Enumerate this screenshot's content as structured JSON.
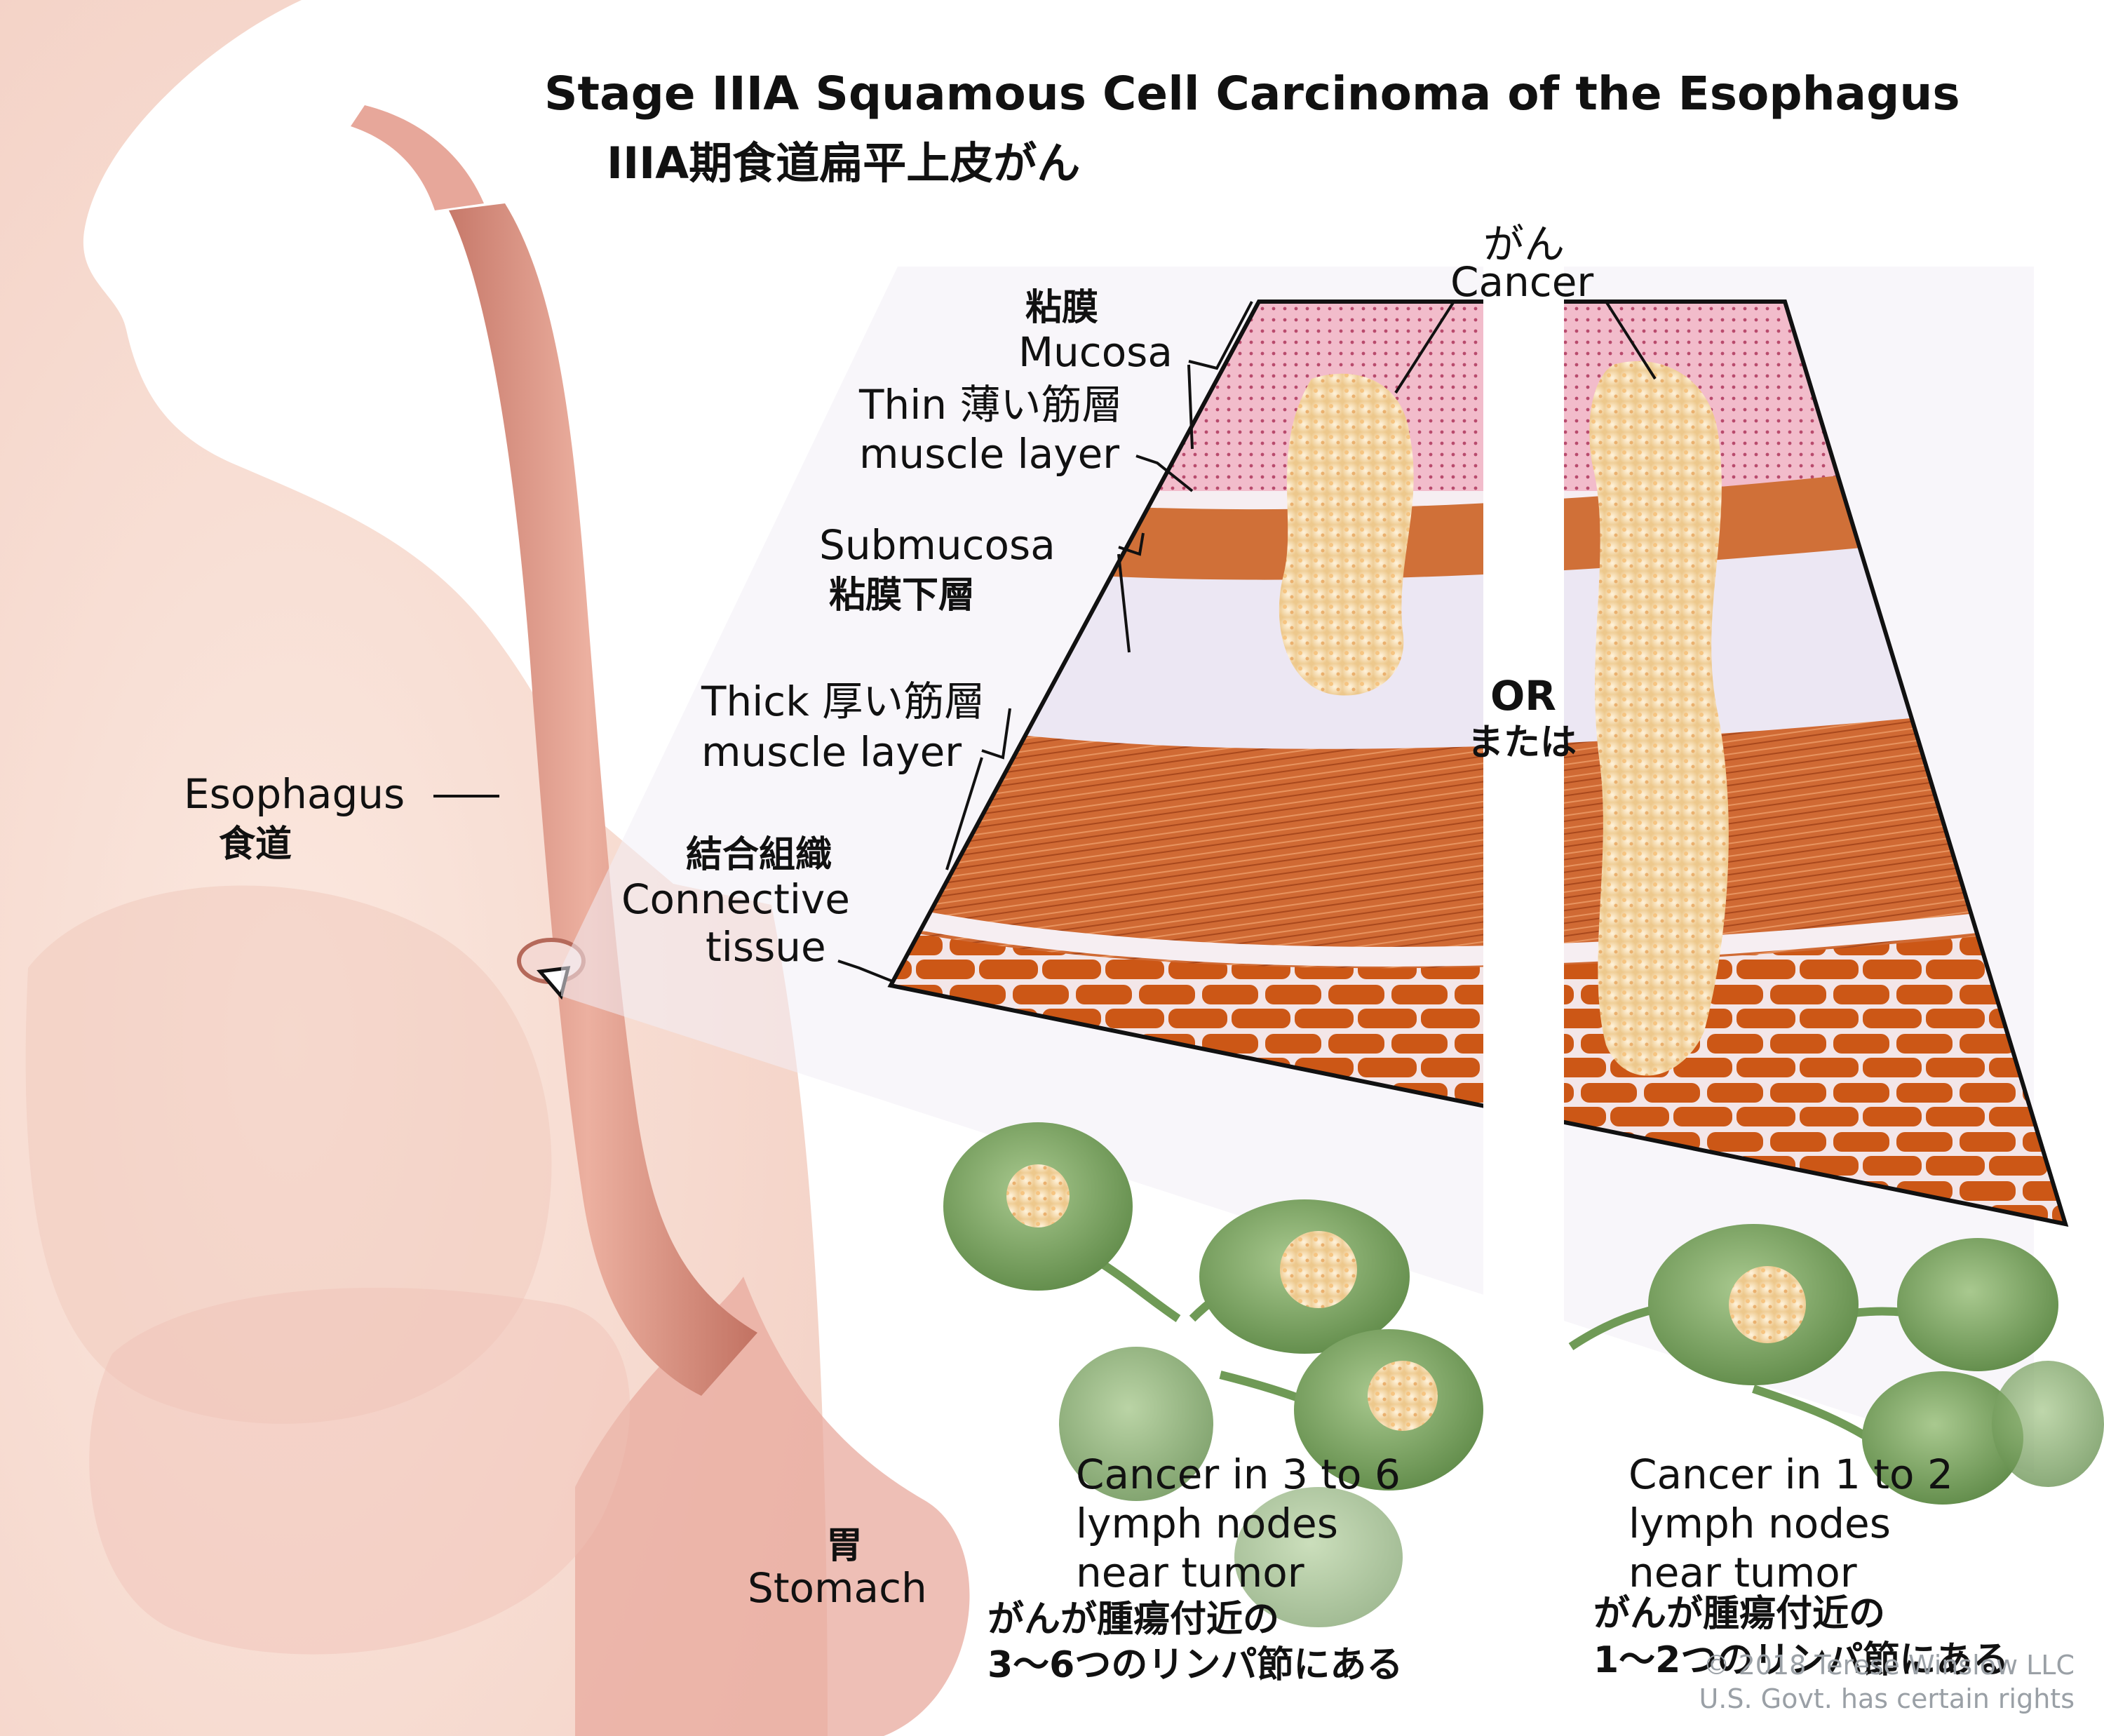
{
  "title": "Stage IIIA Squamous Cell Carcinoma of the Esophagus",
  "title_ja": "IIIA期食道扁平上皮がん",
  "labels": {
    "cancer_ja": "がん",
    "cancer": "Cancer",
    "mucosa_ja": "粘膜",
    "mucosa": "Mucosa",
    "thin_muscle_1": "Thin 薄い筋層",
    "thin_muscle_2": "muscle layer",
    "submucosa": "Submucosa",
    "submucosa_ja": "粘膜下層",
    "thick_muscle_1": "Thick 厚い筋層",
    "thick_muscle_2": "muscle layer",
    "connective_ja": "結合組織",
    "connective_1": "Connective",
    "connective_2": "tissue",
    "esophagus": "Esophagus",
    "esophagus_ja": "食道",
    "or": "OR",
    "or_ja": "または",
    "stomach_ja": "胃",
    "stomach": "Stomach"
  },
  "captions": {
    "left": [
      "Cancer in 3 to 6",
      "lymph nodes",
      "near tumor",
      "がんが腫瘍付近の",
      "3〜6つのリンパ節にある"
    ],
    "right": [
      "Cancer in 1 to 2",
      "lymph nodes",
      "near tumor",
      "がんが腫瘍付近の",
      "1〜2つのリンパ節にある"
    ]
  },
  "copyright": [
    "© 2018 Terese Winslow LLC",
    "U.S. Govt. has certain rights"
  ],
  "colors": {
    "skin": "#f6d9cf",
    "esophagus": "#dd9a88",
    "mucosa": "#f0b6c4",
    "submucosa": "#e9e4f2",
    "muscle": "#d2682f",
    "connective": "#cf5a18",
    "cancer": "#f3d5a0",
    "lymph_node": "#8fb478"
  }
}
